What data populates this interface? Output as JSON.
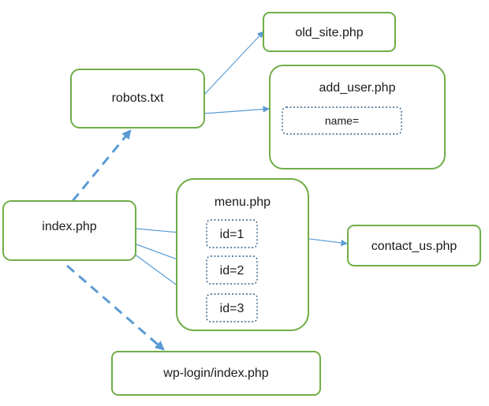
{
  "nodes": {
    "old_site": "old_site.php",
    "robots": "robots.txt",
    "add_user": "add_user.php",
    "add_user_param": "name=",
    "menu": "menu.php",
    "menu_param_1": "id=1",
    "menu_param_2": "id=2",
    "menu_param_3": "id=3",
    "index": "index.php",
    "contact_us": "contact_us.php",
    "wp_login": "wp-login/index.php"
  },
  "edges": [
    {
      "from": "index.php",
      "to": "robots.txt",
      "style": "dashed"
    },
    {
      "from": "index.php",
      "to": "wp-login/index.php",
      "style": "dashed"
    },
    {
      "from": "robots.txt",
      "to": "old_site.php",
      "style": "solid"
    },
    {
      "from": "robots.txt",
      "to": "add_user.php",
      "style": "solid"
    },
    {
      "from": "index.php",
      "to": "id=1",
      "style": "solid"
    },
    {
      "from": "index.php",
      "to": "id=2",
      "style": "solid"
    },
    {
      "from": "index.php",
      "to": "id=3",
      "style": "solid"
    },
    {
      "from": "id=1",
      "to": "contact_us.php",
      "style": "solid"
    }
  ],
  "colors": {
    "box_border": "#70ad47",
    "param_border": "#2f5f8a",
    "edge": "#5b9bd5"
  }
}
